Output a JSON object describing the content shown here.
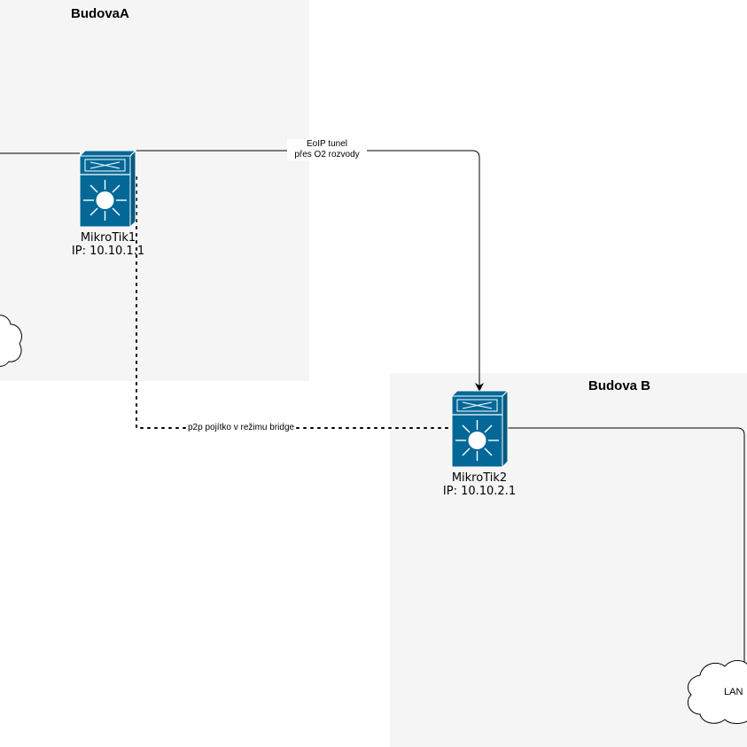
{
  "buildings": {
    "a": {
      "title": "BudovaA"
    },
    "b": {
      "title": "Budova B"
    }
  },
  "devices": {
    "mikrotik1": {
      "name": "MikroTik1",
      "ip": "IP: 10.10.1.1"
    },
    "mikrotik2": {
      "name": "MikroTik2",
      "ip": "IP: 10.10.2.1"
    }
  },
  "links": {
    "eoip": {
      "line1": "EoIP tunel",
      "line2": "přes O2 rozvody"
    },
    "p2p": {
      "label": "p2p pojítko v režimu bridge"
    }
  },
  "clouds": {
    "lan_b": {
      "label": "LAN"
    }
  },
  "colors": {
    "zone_fill": "#f5f5f5",
    "device_fill": "#036897",
    "device_stroke": "#ffffff",
    "line": "#000000"
  },
  "icons": {
    "device": "layer3-switch-icon",
    "cloud": "cloud-icon"
  }
}
